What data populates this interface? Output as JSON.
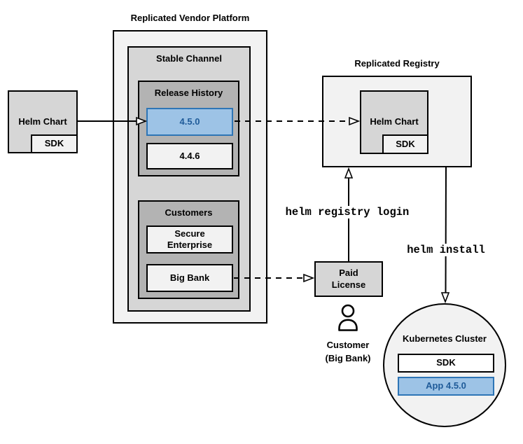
{
  "platform": {
    "title": "Replicated Vendor Platform"
  },
  "stable_channel": {
    "title": "Stable Channel"
  },
  "release_history": {
    "title": "Release History",
    "releases": [
      {
        "version": "4.5.0",
        "highlighted": true
      },
      {
        "version": "4.4.6",
        "highlighted": false
      }
    ]
  },
  "customers": {
    "title": "Customers",
    "items": [
      {
        "name": "Secure Enterprise"
      },
      {
        "name": "Big Bank"
      }
    ]
  },
  "source_helm_chart": {
    "label": "Helm Chart",
    "sdk": "SDK"
  },
  "registry": {
    "title": "Replicated Registry",
    "helm_chart": "Helm Chart",
    "sdk": "SDK"
  },
  "paid_license": {
    "label": "Paid License"
  },
  "customer": {
    "line1": "Customer",
    "line2": "(Big Bank)"
  },
  "commands": {
    "registry_login": "helm registry login",
    "install": "helm install"
  },
  "cluster": {
    "title": "Kubernetes Cluster",
    "sdk": "SDK",
    "app": "App 4.5.0"
  },
  "icons": {
    "person": "person-icon"
  },
  "colors": {
    "box_light": "#F2F2F2",
    "box_mid": "#D6D6D6",
    "box_dark": "#B3B3B3",
    "highlight_fill": "#9DC3E6",
    "highlight_border": "#2E75B6",
    "highlight_text": "#1F5B99",
    "line": "#000000",
    "white": "#FFFFFF"
  }
}
